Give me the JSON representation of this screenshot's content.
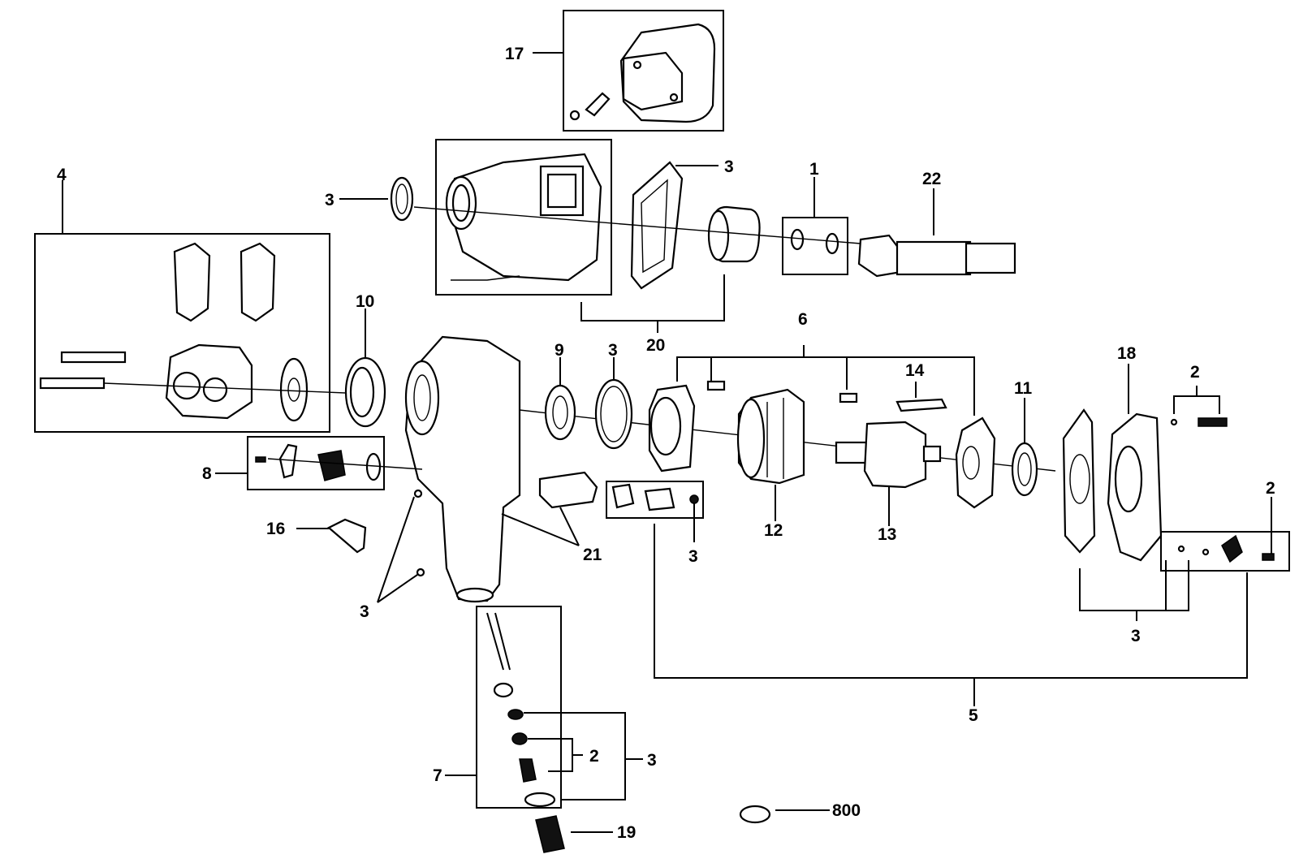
{
  "labels": {
    "l17": "17",
    "l3_top": "3",
    "l3_gasket": "3",
    "l1": "1",
    "l22": "22",
    "l4": "4",
    "l10": "10",
    "l20": "20",
    "l6": "6",
    "l9": "9",
    "l3_ring": "3",
    "l14": "14",
    "l11": "11",
    "l18": "18",
    "l2_right": "2",
    "l8": "8",
    "l16": "16",
    "l12": "12",
    "l13": "13",
    "l21": "21",
    "l3_valve": "3",
    "l2_far": "2",
    "l3_left": "3",
    "l3_bottomright": "3",
    "l5": "5",
    "l2_valve": "2",
    "l3_valve_group": "3",
    "l7": "7",
    "l19": "19",
    "l800": "800"
  }
}
